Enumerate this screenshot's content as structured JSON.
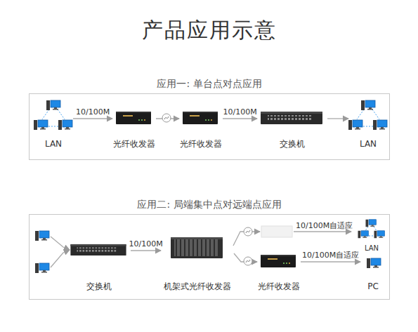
{
  "diagram": {
    "title": "产品应用示意",
    "nodes": [
      {
        "text": [
          "应用一: 单台点对点应用"
        ]
      },
      {
        "text": [
          "LAN"
        ],
        "in": 0
      },
      {
        "text": [
          "光纤收发器"
        ],
        "in": 0
      },
      {
        "text": [
          "光纤收发器"
        ],
        "in": 0
      },
      {
        "text": [
          "交换机"
        ],
        "in": 0
      },
      {
        "text": [
          "LAN"
        ],
        "in": 0
      },
      {
        "text": [
          "应用二: 局端集中点对远端点应用"
        ]
      },
      {
        "text": [
          "交换机"
        ],
        "in": 6
      },
      {
        "text": [
          "机架式光纤收发器"
        ],
        "in": 6
      },
      {
        "text": [
          "光纤收发器"
        ],
        "in": 6
      },
      {
        "text": [
          "LAN"
        ],
        "in": 6
      },
      {
        "text": [
          "PC"
        ],
        "in": 6
      }
    ],
    "edges": [
      {
        "from": 1,
        "to": 2,
        "label": "10/100M",
        "arrow": "to"
      },
      {
        "from": 2,
        "to": 3,
        "arrow": "to"
      },
      {
        "from": 3,
        "to": 4,
        "label": "10/100M",
        "arrow": "to"
      },
      {
        "from": 4,
        "to": 5,
        "arrow": "to"
      },
      {
        "from": 7,
        "to": 8,
        "label": "10/100M",
        "arrow": "to"
      },
      {
        "from": 8,
        "to": 9,
        "arrow": "to"
      },
      {
        "from": 9,
        "to": 11,
        "label": "10/100M自适应",
        "arrow": "to"
      }
    ],
    "labels": [
      "10/100M自适应"
    ]
  }
}
